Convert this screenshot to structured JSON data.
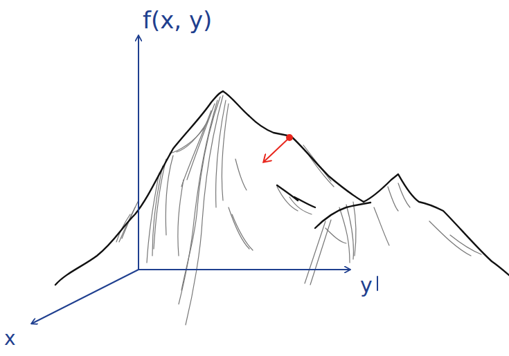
{
  "diagram": {
    "labels": [
      "f(x, y)",
      "y",
      "x"
    ]
  }
}
